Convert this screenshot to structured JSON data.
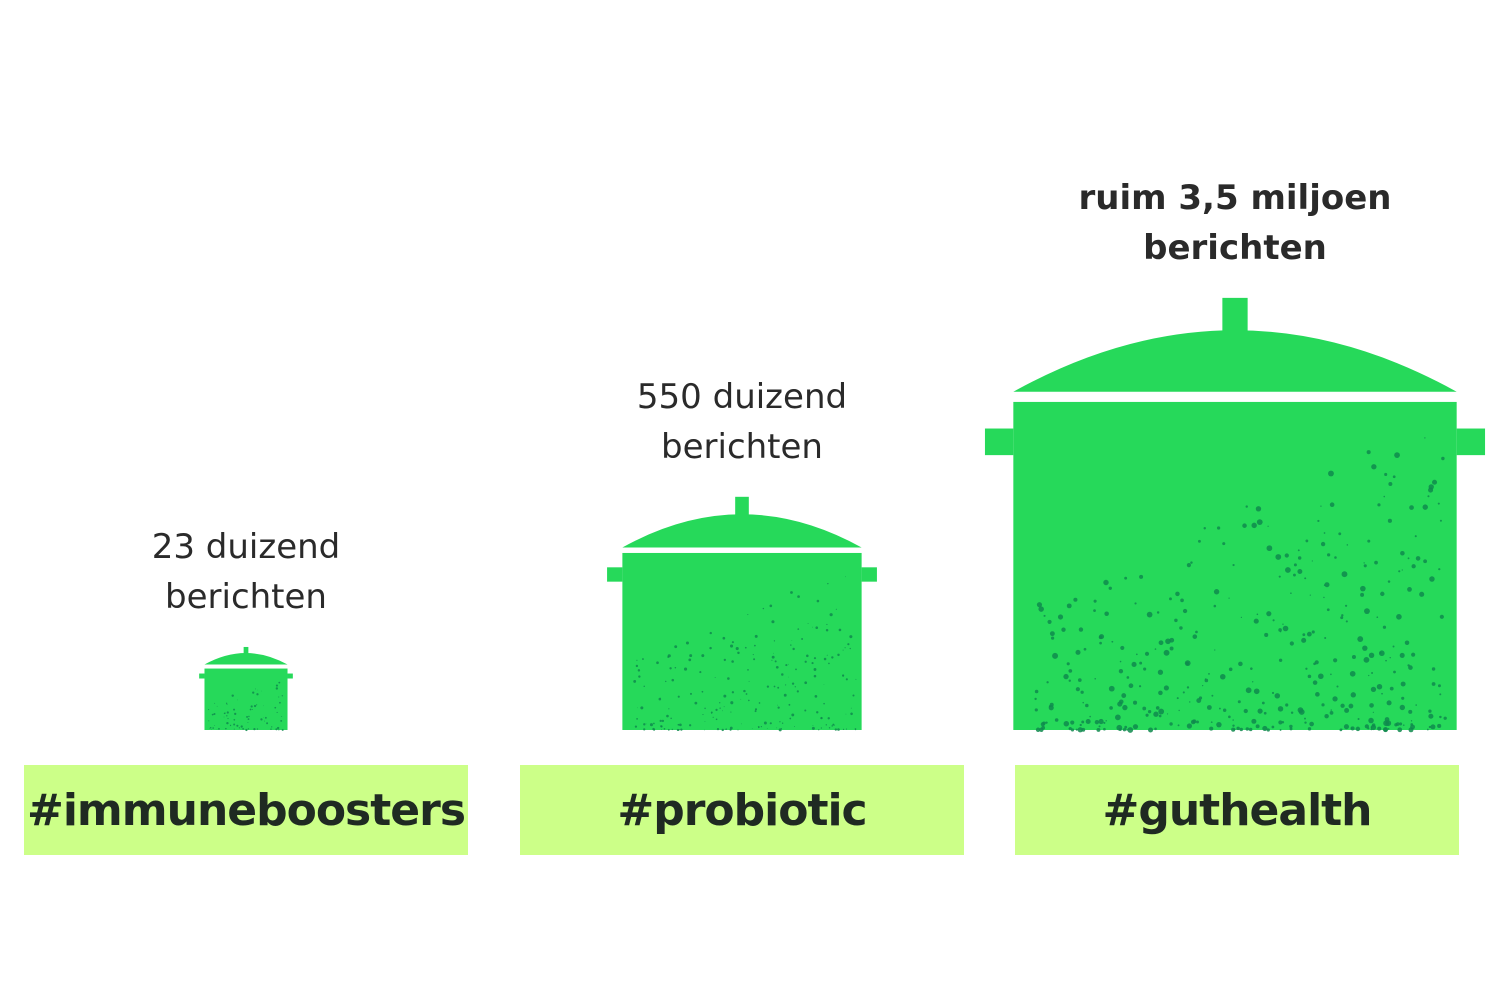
{
  "chart_data": {
    "type": "pictogram",
    "unit": "berichten",
    "colors": {
      "pot": "#26d95a",
      "speckle": "#0f8a4e",
      "tag_bg": "#ccff88",
      "text": "#2a2a2a"
    },
    "items": [
      {
        "hashtag": "#immuneboosters",
        "value": 23000,
        "label_line1": "23 duizend",
        "label_line2": "berichten",
        "bold": false
      },
      {
        "hashtag": "#probiotic",
        "value": 550000,
        "label_line1": "550 duizend",
        "label_line2": "berichten",
        "bold": false
      },
      {
        "hashtag": "#guthealth",
        "value": 3500000,
        "label_line1": "ruim 3,5 miljoen",
        "label_line2": "berichten",
        "bold": true
      }
    ]
  }
}
